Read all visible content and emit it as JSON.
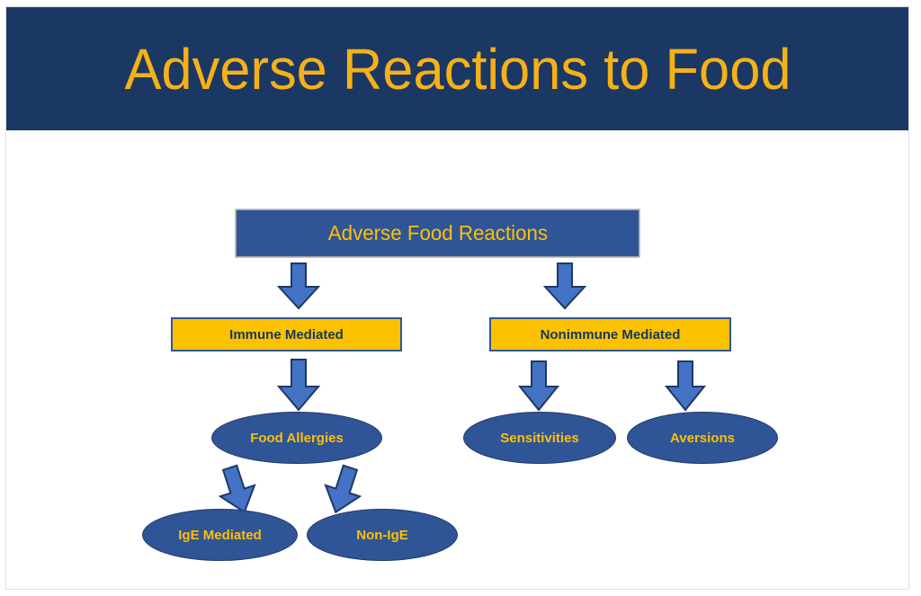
{
  "slide": {
    "title": "Adverse Reactions to Food",
    "colors": {
      "banner_background": "#1b3864",
      "title_text": "#f5b117",
      "box_blue": "#2f5597",
      "box_gold": "#fcc200",
      "gold_text": "#ffc000",
      "navy_text": "#17365d",
      "arrow_fill": "#4472c4",
      "arrow_outline": "#1f3864",
      "page_background": "#ffffff"
    }
  },
  "diagram": {
    "type": "flowchart",
    "root": {
      "label": "Adverse Food Reactions",
      "shape": "rectangle"
    },
    "branches": [
      {
        "label": "Immune Mediated",
        "shape": "rectangle",
        "children": [
          {
            "label": "Food Allergies",
            "shape": "ellipse",
            "children": [
              {
                "label": "IgE Mediated",
                "shape": "ellipse"
              },
              {
                "label": "Non-IgE",
                "shape": "ellipse"
              }
            ]
          }
        ]
      },
      {
        "label": "Nonimmune Mediated",
        "shape": "rectangle",
        "children": [
          {
            "label": "Sensitivities",
            "shape": "ellipse"
          },
          {
            "label": "Aversions",
            "shape": "ellipse"
          }
        ]
      }
    ],
    "connectors": [
      {
        "name": "root-to-immune",
        "icon": "down-arrow-icon",
        "direction": "down"
      },
      {
        "name": "root-to-nonimmune",
        "icon": "down-arrow-icon",
        "direction": "down"
      },
      {
        "name": "immune-to-food-allergies",
        "icon": "down-arrow-icon",
        "direction": "down"
      },
      {
        "name": "food-allergies-to-ige",
        "icon": "down-arrow-icon",
        "direction": "down-left"
      },
      {
        "name": "food-allergies-to-non-ige",
        "icon": "down-arrow-icon",
        "direction": "down-right"
      },
      {
        "name": "nonimmune-to-sensitivities",
        "icon": "down-arrow-icon",
        "direction": "down"
      },
      {
        "name": "nonimmune-to-aversions",
        "icon": "down-arrow-icon",
        "direction": "down"
      }
    ]
  }
}
